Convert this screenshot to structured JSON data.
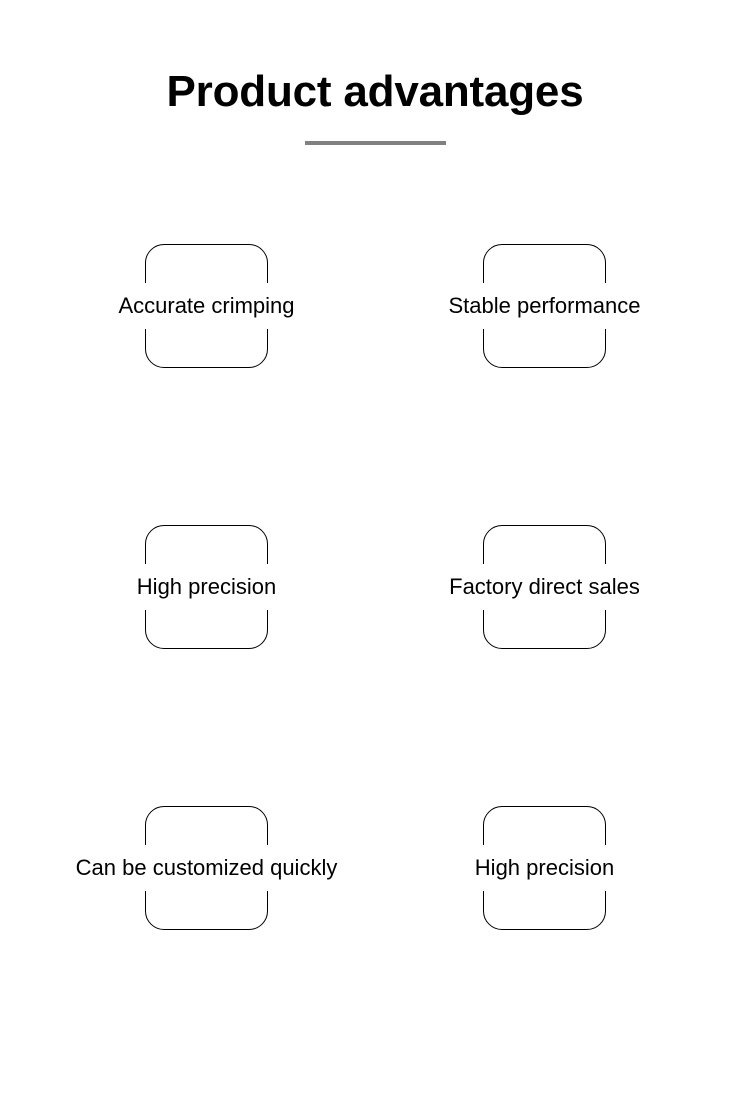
{
  "header": {
    "title": "Product advantages",
    "divider_color": "#808080"
  },
  "theme": {
    "background": "#ffffff",
    "text_color": "#000000",
    "box_border_color": "#000000",
    "divider_color": "#808080"
  },
  "advantages": {
    "rows": [
      {
        "items": [
          {
            "label": "Accurate crimping"
          },
          {
            "label": "Stable performance"
          }
        ]
      },
      {
        "items": [
          {
            "label": "High precision"
          },
          {
            "label": "Factory direct sales"
          }
        ]
      },
      {
        "items": [
          {
            "label": "Can be customized quickly"
          },
          {
            "label": "High precision"
          }
        ]
      }
    ]
  }
}
